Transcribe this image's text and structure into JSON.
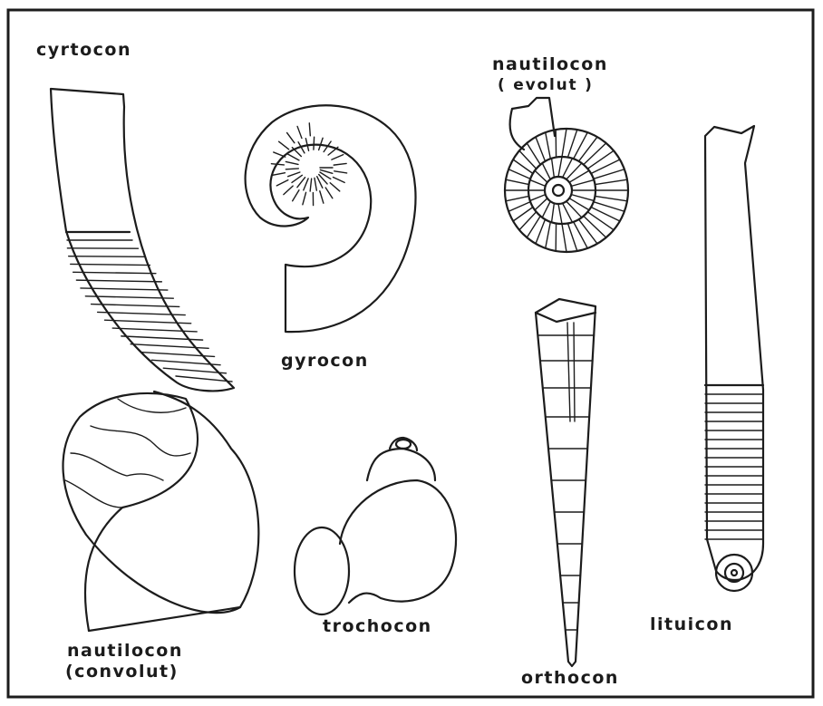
{
  "labels": {
    "cyrtocon": "cyrtocon",
    "gyrocon": "gyrocon",
    "nautilocon_evolut_1": "nautilocon",
    "nautilocon_evolut_2": "( evolut )",
    "nautilocon_convolut_1": "nautilocon",
    "nautilocon_convolut_2": "(convolut)",
    "trochocon": "trochocon",
    "orthocon": "orthocon",
    "lituicon": "lituicon"
  },
  "colors": {
    "ink": "#1c1c1c",
    "paper": "#ffffff"
  }
}
